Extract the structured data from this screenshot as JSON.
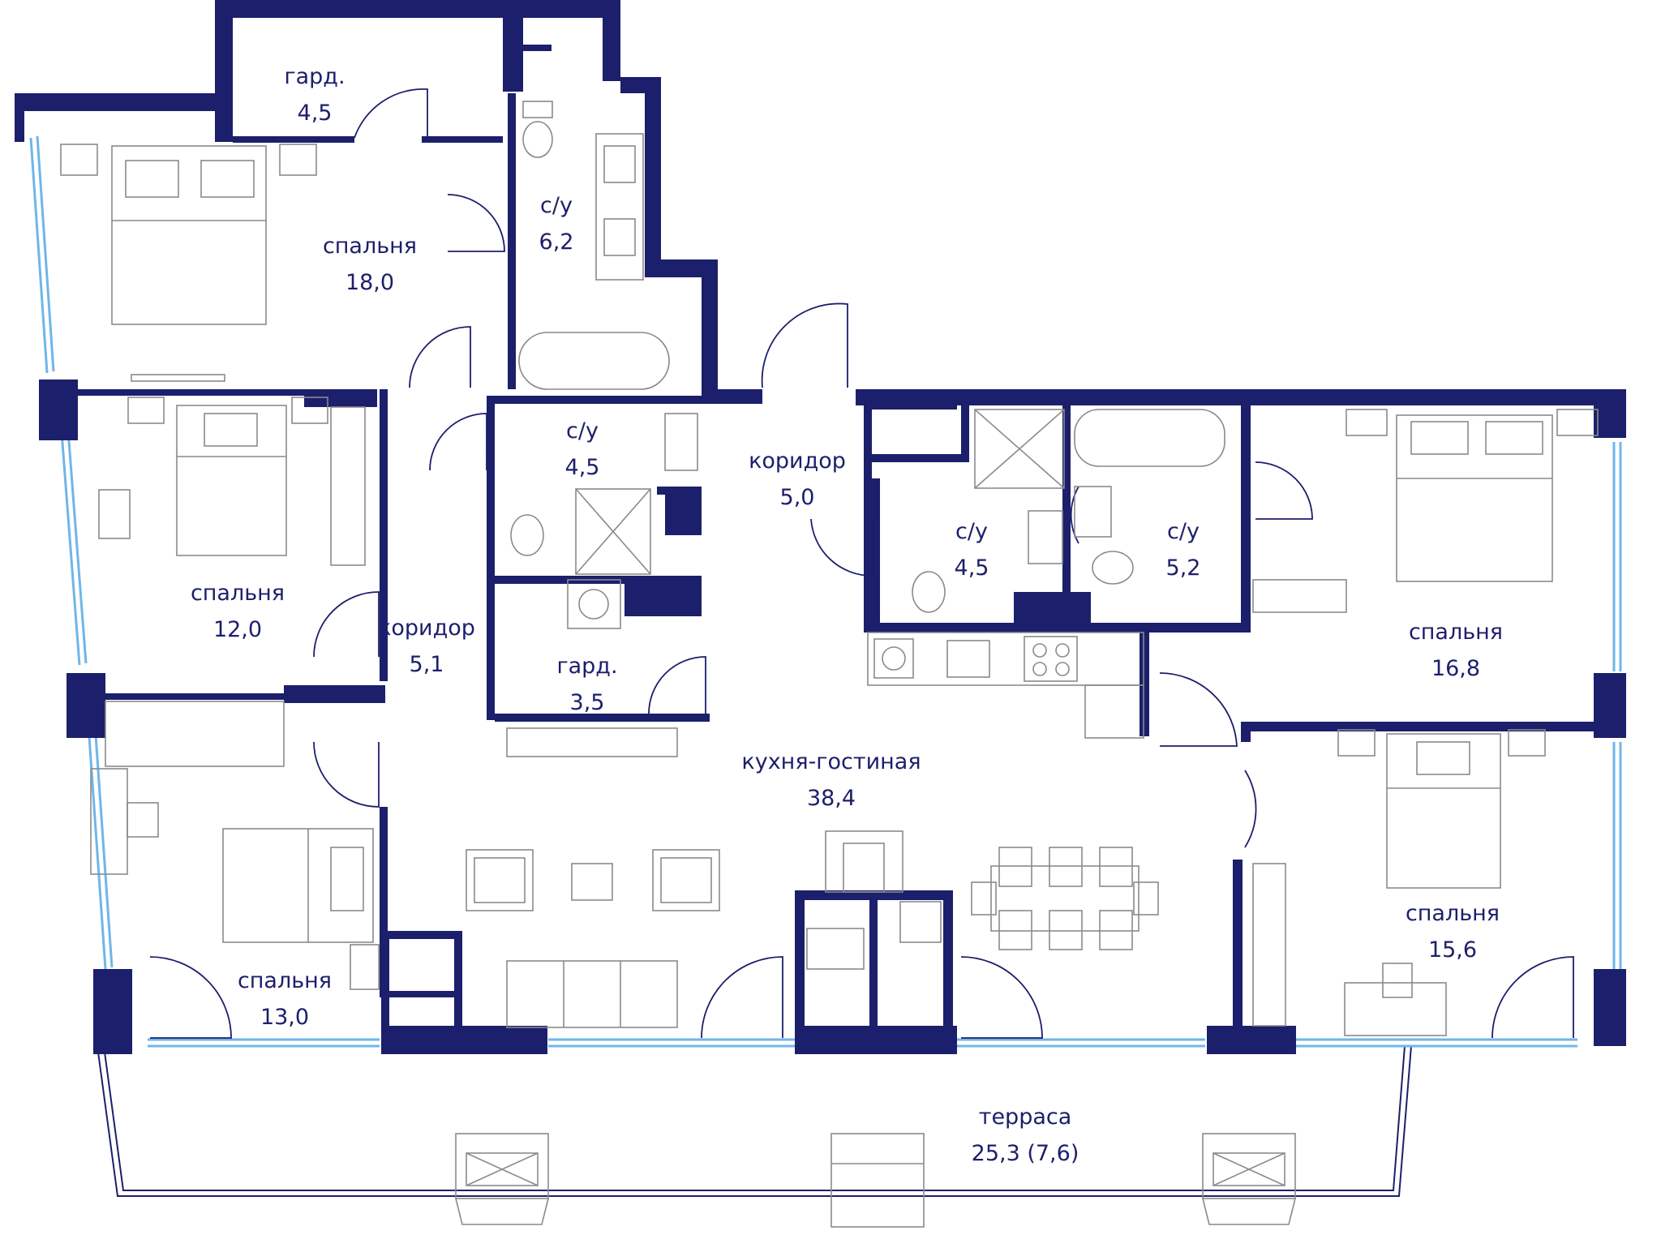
{
  "colors": {
    "wall": "#1c1f6b",
    "glass": "#6fb6e8",
    "furniture": "#8a8a8a",
    "background": "#ffffff"
  },
  "rooms": [
    {
      "id": "wardrobe-1",
      "name": "гард.",
      "area": "4,5"
    },
    {
      "id": "bathroom-1",
      "name": "с/у",
      "area": "6,2"
    },
    {
      "id": "bedroom-1",
      "name": "спальня",
      "area": "18,0"
    },
    {
      "id": "bathroom-2",
      "name": "с/у",
      "area": "4,5"
    },
    {
      "id": "corridor-1",
      "name": "коридор",
      "area": "5,0"
    },
    {
      "id": "bathroom-3",
      "name": "с/у",
      "area": "4,5"
    },
    {
      "id": "bathroom-4",
      "name": "с/у",
      "area": "5,2"
    },
    {
      "id": "bedroom-2",
      "name": "спальня",
      "area": "12,0"
    },
    {
      "id": "corridor-2",
      "name": "коридор",
      "area": "5,1"
    },
    {
      "id": "wardrobe-2",
      "name": "гард.",
      "area": "3,5"
    },
    {
      "id": "bedroom-3",
      "name": "спальня",
      "area": "16,8"
    },
    {
      "id": "living-kitchen",
      "name": "кухня-гостиная",
      "area": "38,4"
    },
    {
      "id": "bedroom-4",
      "name": "спальня",
      "area": "15,6"
    },
    {
      "id": "bedroom-5",
      "name": "спальня",
      "area": "13,0"
    },
    {
      "id": "terrace",
      "name": "терраса",
      "area": "25,3 (7,6)"
    }
  ]
}
